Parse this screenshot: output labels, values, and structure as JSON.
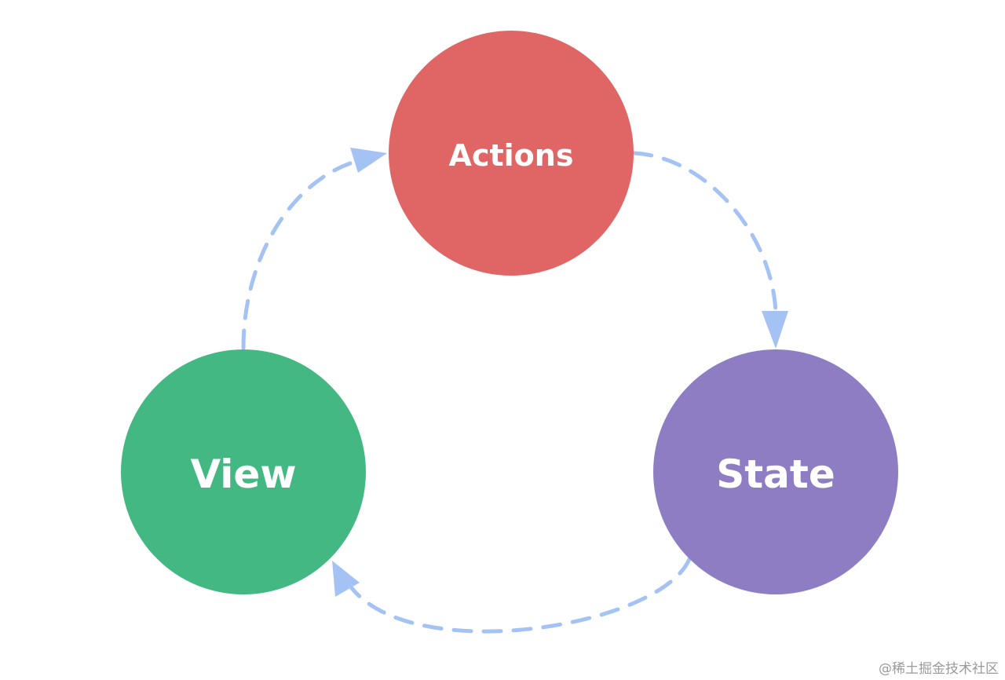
{
  "nodes": {
    "actions": {
      "label": "Actions",
      "color": "#e06666"
    },
    "state": {
      "label": "State",
      "color": "#8e7dc3"
    },
    "view": {
      "label": "View",
      "color": "#44b883"
    }
  },
  "edges": [
    {
      "from": "actions",
      "to": "state"
    },
    {
      "from": "state",
      "to": "view"
    },
    {
      "from": "view",
      "to": "actions"
    }
  ],
  "edge_color": "#a4c2f4",
  "watermark": "@稀土掘金技术社区"
}
